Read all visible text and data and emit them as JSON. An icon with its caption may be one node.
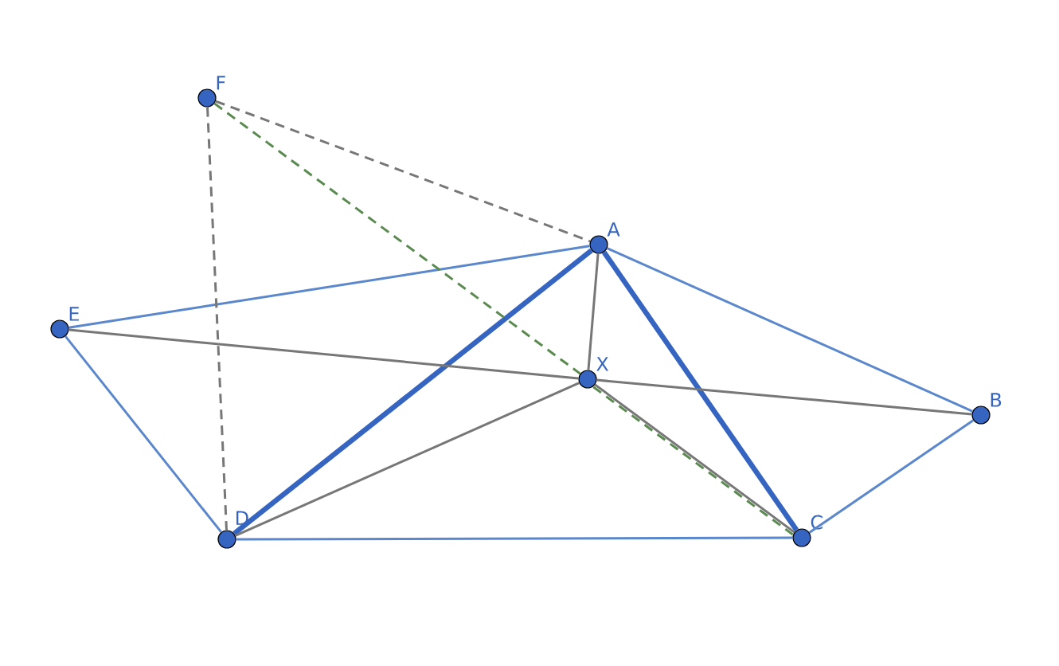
{
  "diagram": {
    "nodes": [
      {
        "text": [
          "F"
        ]
      },
      {
        "text": [
          "A"
        ]
      },
      {
        "text": [
          "E"
        ]
      },
      {
        "text": [
          "X"
        ]
      },
      {
        "text": [
          "B"
        ]
      },
      {
        "text": [
          "D"
        ]
      },
      {
        "text": [
          "C"
        ]
      }
    ],
    "edges": [
      {
        "from": 2,
        "to": 1,
        "arrow": "none",
        "color": "#5b87cc"
      },
      {
        "from": 1,
        "to": 4,
        "arrow": "none",
        "color": "#5b87cc"
      },
      {
        "from": 4,
        "to": 6,
        "arrow": "none",
        "color": "#5b87cc"
      },
      {
        "from": 5,
        "to": 6,
        "arrow": "none",
        "color": "#5b87cc"
      },
      {
        "from": 2,
        "to": 5,
        "arrow": "none",
        "color": "#5b87cc"
      },
      {
        "from": 5,
        "to": 1,
        "arrow": "none",
        "style": "thick",
        "color": "#3565c0"
      },
      {
        "from": 1,
        "to": 6,
        "arrow": "none",
        "style": "thick",
        "color": "#3565c0"
      },
      {
        "from": 2,
        "to": 3,
        "arrow": "none"
      },
      {
        "from": 3,
        "to": 4,
        "arrow": "none"
      },
      {
        "from": 1,
        "to": 3,
        "arrow": "none"
      },
      {
        "from": 5,
        "to": 3,
        "arrow": "none"
      },
      {
        "from": 3,
        "to": 6,
        "arrow": "none"
      },
      {
        "from": 0,
        "to": 1,
        "arrow": "none",
        "style": "dashed"
      },
      {
        "from": 0,
        "to": 5,
        "arrow": "none",
        "style": "dashed"
      },
      {
        "from": 0,
        "to": 3,
        "arrow": "none",
        "style": "dashed",
        "color": "#5a8a50"
      },
      {
        "from": 3,
        "to": 6,
        "arrow": "none",
        "style": "dashed",
        "color": "#5a8a50"
      }
    ]
  }
}
